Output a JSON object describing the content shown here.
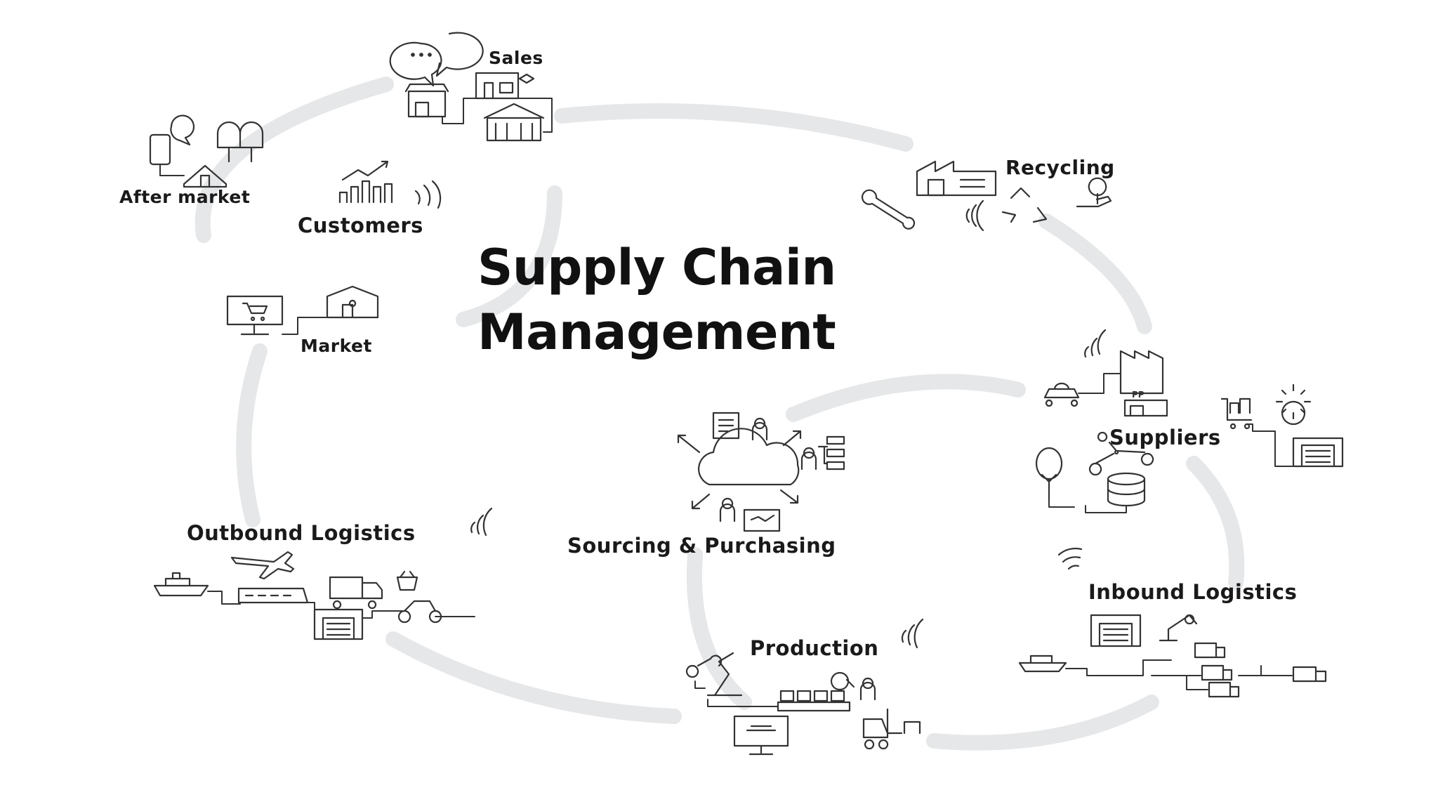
{
  "title": {
    "line1": "Supply Chain",
    "line2": "Management"
  },
  "nodes": {
    "sales": "Sales",
    "recycling": "Recycling",
    "after_market": "After market",
    "customers": "Customers",
    "market": "Market",
    "suppliers": "Suppliers",
    "sourcing": "Sourcing & Purchasing",
    "outbound": "Outbound Logistics",
    "inbound": "Inbound Logistics",
    "production": "Production"
  },
  "icon_labels": {
    "pp": "PP"
  },
  "colors": {
    "ring": "#e6e7e8",
    "ink": "#1a1a1a",
    "stroke": "#333333",
    "background": "#ffffff"
  }
}
